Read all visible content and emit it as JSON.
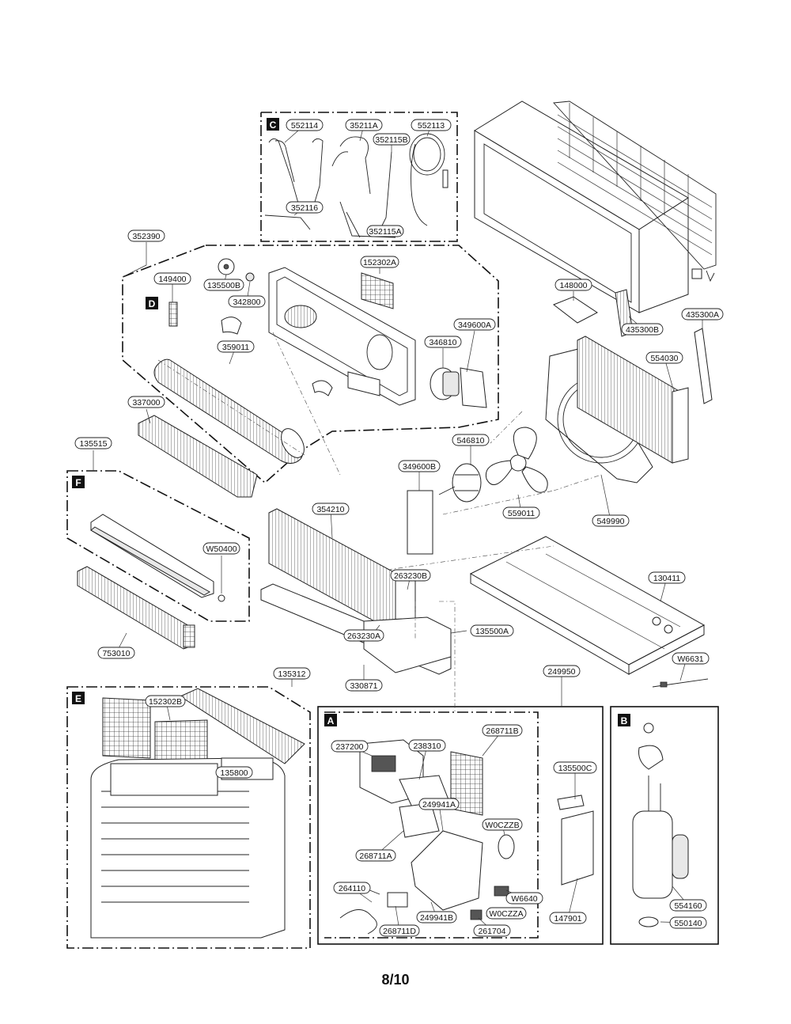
{
  "sections": {
    "A": "A",
    "B": "B",
    "C": "C",
    "D": "D",
    "E": "E",
    "F": "F"
  },
  "parts": {
    "p552114": "552114",
    "p35211A": "35211A",
    "p552113": "552113",
    "p352115B": "352115B",
    "p352116": "352116",
    "p352115A": "352115A",
    "p352390": "352390",
    "p152302A": "152302A",
    "p149400": "149400",
    "p135500B": "135500B",
    "p342800": "342800",
    "p349600A": "349600A",
    "p346810": "346810",
    "p359011": "359011",
    "p148000": "148000",
    "p435300B": "435300B",
    "p435300A": "435300A",
    "p554030": "554030",
    "p337000": "337000",
    "p135515": "135515",
    "p546810": "546810",
    "p349600B": "349600B",
    "p559011": "559011",
    "p549990": "549990",
    "pW50400": "W50400",
    "p354210": "354210",
    "p263230B": "263230B",
    "p130411": "130411",
    "p263230A": "263230A",
    "p135500A": "135500A",
    "p753010": "753010",
    "p330871": "330871",
    "pW6631": "W6631",
    "p135312": "135312",
    "p249950": "249950",
    "p152302B": "152302B",
    "p268711B": "268711B",
    "p237200": "237200",
    "p238310": "238310",
    "p135500C": "135500C",
    "p135800": "135800",
    "p249941A": "249941A",
    "pW0CZZB": "W0CZZB",
    "p268711A": "268711A",
    "p264110": "264110",
    "pW6640": "W6640",
    "pW0CZZA": "W0CZZA",
    "p249941B": "249941B",
    "p268711D": "268711D",
    "p261704": "261704",
    "p147901": "147901",
    "p554160": "554160",
    "p550140": "550140"
  },
  "page_number": "8/10"
}
